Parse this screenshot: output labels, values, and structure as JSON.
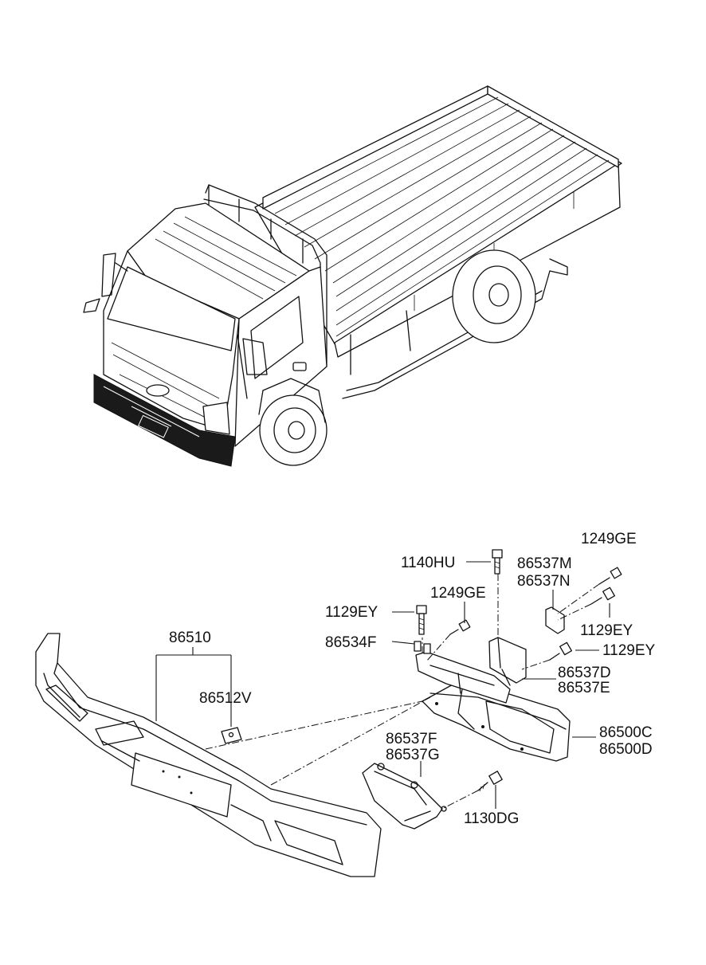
{
  "part_labels": {
    "p86510": "86510",
    "p86512V": "86512V",
    "p1140HU": "1140HU",
    "p1249GE_a": "1249GE",
    "p1249GE_b": "1249GE",
    "p1129EY_a": "1129EY",
    "p1129EY_b": "1129EY",
    "p1129EY_c": "1129EY",
    "p86534F": "86534F",
    "p86537M": "86537M",
    "p86537N": "86537N",
    "p86537D": "86537D",
    "p86537E": "86537E",
    "p86500C": "86500C",
    "p86500D": "86500D",
    "p86537F": "86537F",
    "p86537G": "86537G",
    "p1130DG": "1130DG"
  },
  "colors": {
    "line": "#111111",
    "highlight_bumper": "#1a1a1a",
    "background": "#ffffff"
  }
}
